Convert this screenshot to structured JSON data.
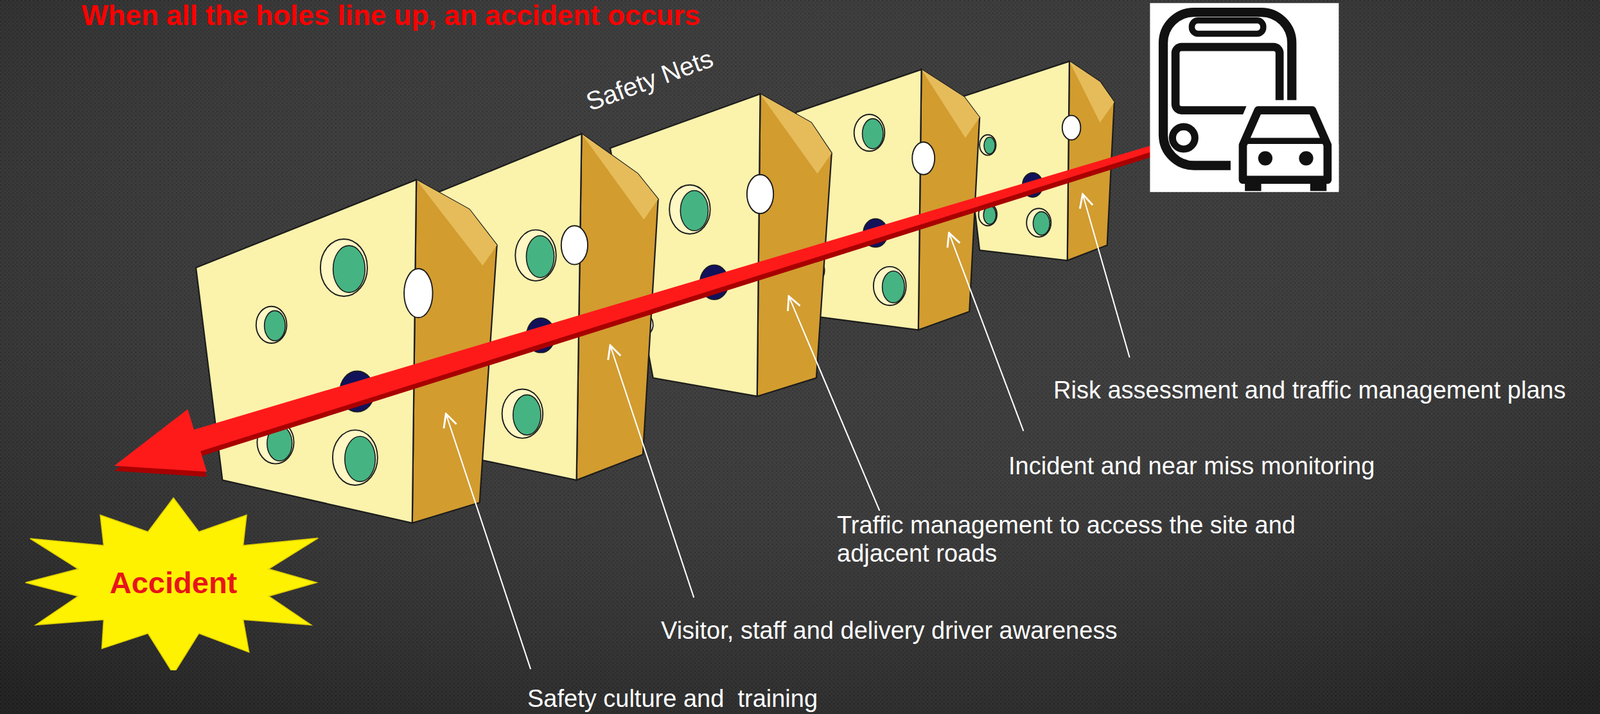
{
  "diagram": {
    "title": "When all the holes line up, an accident occurs",
    "nodes": [
      {
        "text": [
          "Accident"
        ]
      }
    ],
    "labels": [
      "Safety Nets",
      "Risk assessment and traffic management plans",
      "Incident and near miss monitoring",
      "Traffic management to access the site and adjacent roads",
      "Visitor, staff and delivery driver awareness",
      "Safety culture and  training"
    ]
  }
}
